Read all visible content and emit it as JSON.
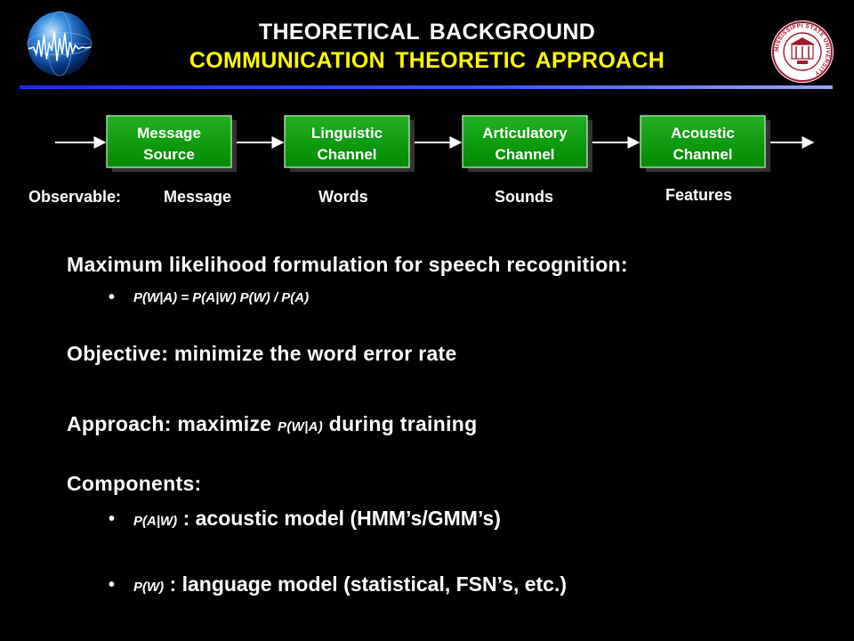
{
  "header": {
    "title_line1": "THEORETICAL BACKGROUND",
    "title_line2": "COMMUNICATION THEORETIC APPROACH",
    "seal_ring_text": "MISSISSIPPI STATE UNIVERSITY"
  },
  "diagram": {
    "boxes": [
      {
        "line1": "Message",
        "line2": "Source"
      },
      {
        "line1": "Linguistic",
        "line2": "Channel"
      },
      {
        "line1": "Articulatory",
        "line2": "Channel"
      },
      {
        "line1": "Acoustic",
        "line2": "Channel"
      }
    ],
    "observable_prefix": "Observable:",
    "observables": [
      "Message",
      "Words",
      "Sounds",
      "Features"
    ]
  },
  "content": {
    "ml_heading": "Maximum likelihood formulation for speech recognition:",
    "ml_formula": "P(W|A) = P(A|W) P(W) / P(A)",
    "objective": "Objective:  minimize the word error rate",
    "approach_prefix": "Approach:  maximize ",
    "approach_math": "P(W|A)",
    "approach_suffix": " during training",
    "components_heading": "Components:",
    "components": [
      {
        "math": "P(A|W)",
        "text": " : acoustic model (HMM’s/GMM’s)"
      },
      {
        "math": "P(W)",
        "text": " : language model (statistical, FSN’s, etc.)"
      }
    ]
  },
  "colors": {
    "title_primary": "#ffffff",
    "title_secondary": "#ffff00",
    "box_fill": "#009900",
    "rule": "#1a2aff",
    "seal": "#a01830"
  }
}
